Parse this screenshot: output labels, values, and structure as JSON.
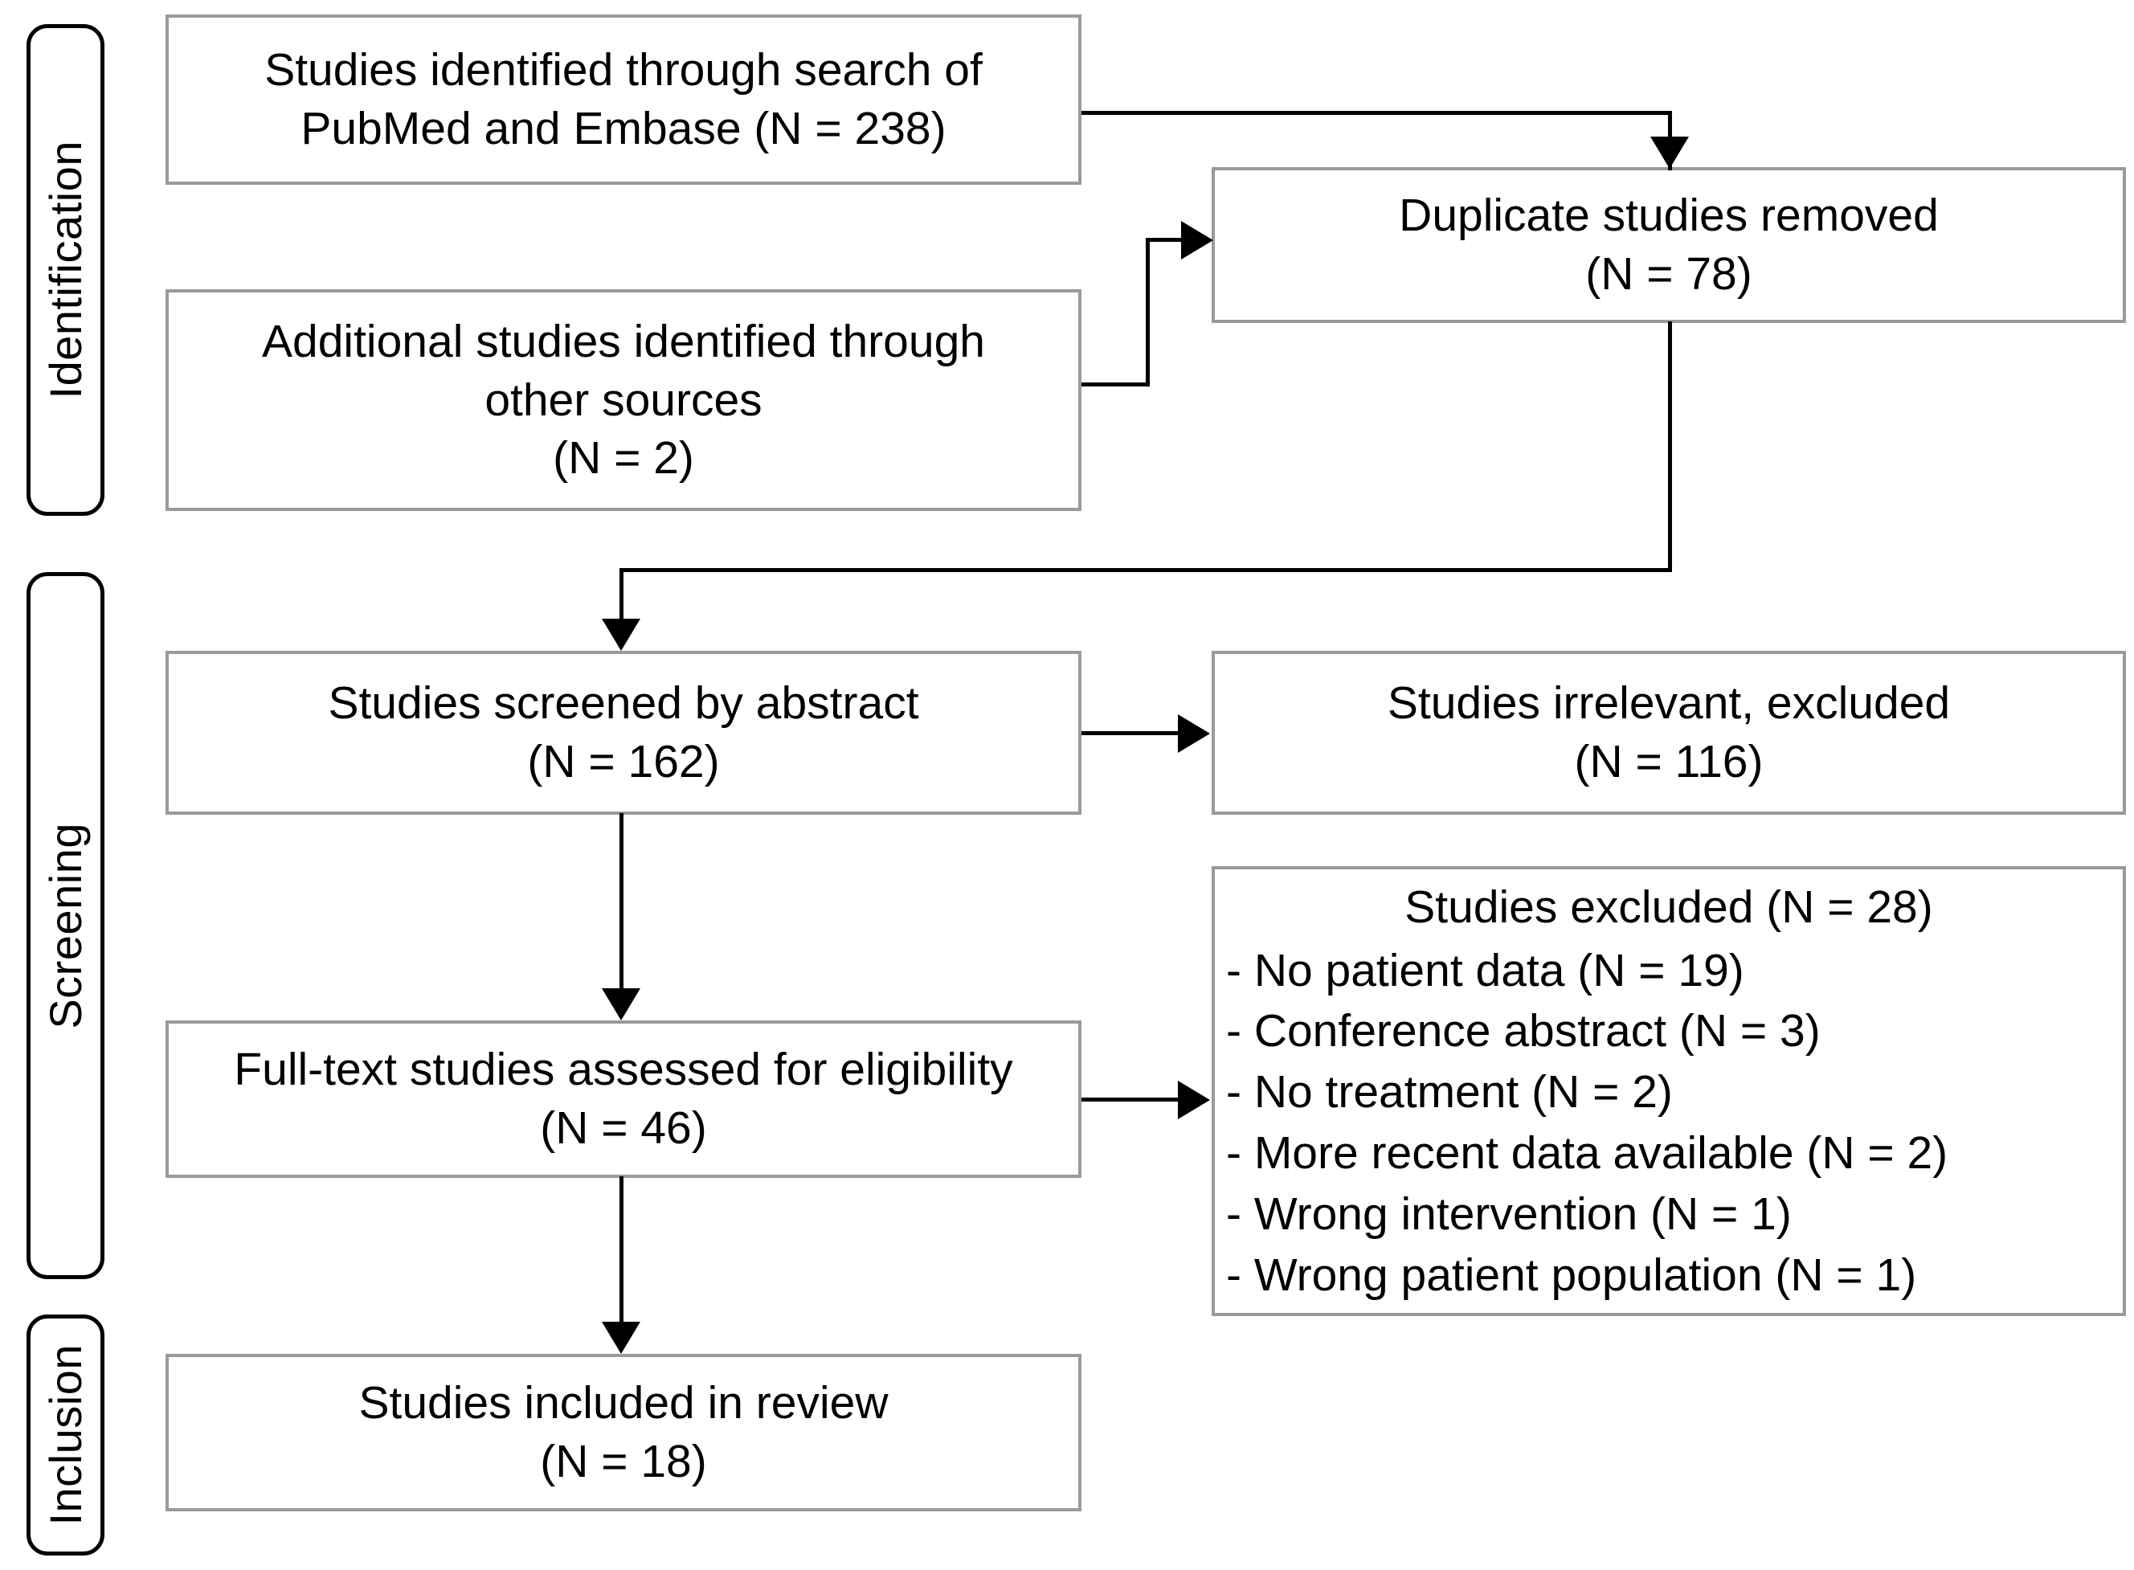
{
  "diagram": {
    "title": "PRISMA study selection flow diagram",
    "colors": {
      "box_border": "#9a9a9a",
      "stage_border": "#000000",
      "connector": "#000000",
      "background": "#ffffff",
      "text": "#000000"
    }
  },
  "stages": [
    {
      "id": "identification",
      "label": "Identification"
    },
    {
      "id": "screening",
      "label": "Screening"
    },
    {
      "id": "inclusion",
      "label": "Inclusion"
    }
  ],
  "boxes": {
    "records_database": {
      "text": "Studies identified through search of\nPubMed and Embase (N = 238)",
      "n": 238
    },
    "records_other": {
      "text": "Additional studies identified through\nother sources\n(N = 2)",
      "n": 2
    },
    "duplicates_removed": {
      "text": "Duplicate studies removed\n(N = 78)",
      "n": 78
    },
    "screened_abstract": {
      "text": "Studies screened by abstract\n(N = 162)",
      "n": 162
    },
    "irrelevant_excluded": {
      "text": "Studies irrelevant, excluded\n(N = 116)",
      "n": 116
    },
    "fulltext_assessed": {
      "text": "Full-text studies assessed for eligibility\n(N = 46)",
      "n": 46
    },
    "included_review": {
      "text": "Studies included in review\n(N = 18)",
      "n": 18
    }
  },
  "excluded": {
    "title": "Studies excluded (N = 28)",
    "total": 28,
    "reasons": [
      {
        "label": "- No patient data (N = 19)",
        "reason": "No patient data",
        "n": 19
      },
      {
        "label": "- Conference  abstract (N = 3)",
        "reason": "Conference abstract",
        "n": 3
      },
      {
        "label": "- No treatment (N = 2)",
        "reason": "No treatment",
        "n": 2
      },
      {
        "label": "- More recent data available (N = 2)",
        "reason": "More recent data available",
        "n": 2
      },
      {
        "label": "- Wrong intervention  (N = 1)",
        "reason": "Wrong intervention",
        "n": 1
      },
      {
        "label": "- Wrong patient population  (N = 1)",
        "reason": "Wrong patient population",
        "n": 1
      }
    ]
  },
  "chart_data": {
    "type": "diagram",
    "title": "PRISMA flow diagram",
    "nodes": [
      {
        "id": "records_database",
        "stage": "Identification",
        "label": "Studies identified through search of PubMed and Embase",
        "value": 238
      },
      {
        "id": "records_other",
        "stage": "Identification",
        "label": "Additional studies identified through other sources",
        "value": 2
      },
      {
        "id": "duplicates_removed",
        "stage": "Identification",
        "label": "Duplicate studies removed",
        "value": 78
      },
      {
        "id": "screened_abstract",
        "stage": "Screening",
        "label": "Studies screened by abstract",
        "value": 162
      },
      {
        "id": "irrelevant_excluded",
        "stage": "Screening",
        "label": "Studies irrelevant, excluded",
        "value": 116
      },
      {
        "id": "fulltext_assessed",
        "stage": "Screening",
        "label": "Full-text studies assessed for eligibility",
        "value": 46
      },
      {
        "id": "excluded_reasons",
        "stage": "Screening",
        "label": "Studies excluded",
        "value": 28
      },
      {
        "id": "included_review",
        "stage": "Inclusion",
        "label": "Studies included in review",
        "value": 18
      }
    ],
    "edges": [
      {
        "from": "records_database",
        "to": "duplicates_removed"
      },
      {
        "from": "records_other",
        "to": "duplicates_removed"
      },
      {
        "from": "duplicates_removed",
        "to": "screened_abstract"
      },
      {
        "from": "screened_abstract",
        "to": "irrelevant_excluded"
      },
      {
        "from": "screened_abstract",
        "to": "fulltext_assessed"
      },
      {
        "from": "fulltext_assessed",
        "to": "excluded_reasons"
      },
      {
        "from": "fulltext_assessed",
        "to": "included_review"
      }
    ]
  }
}
